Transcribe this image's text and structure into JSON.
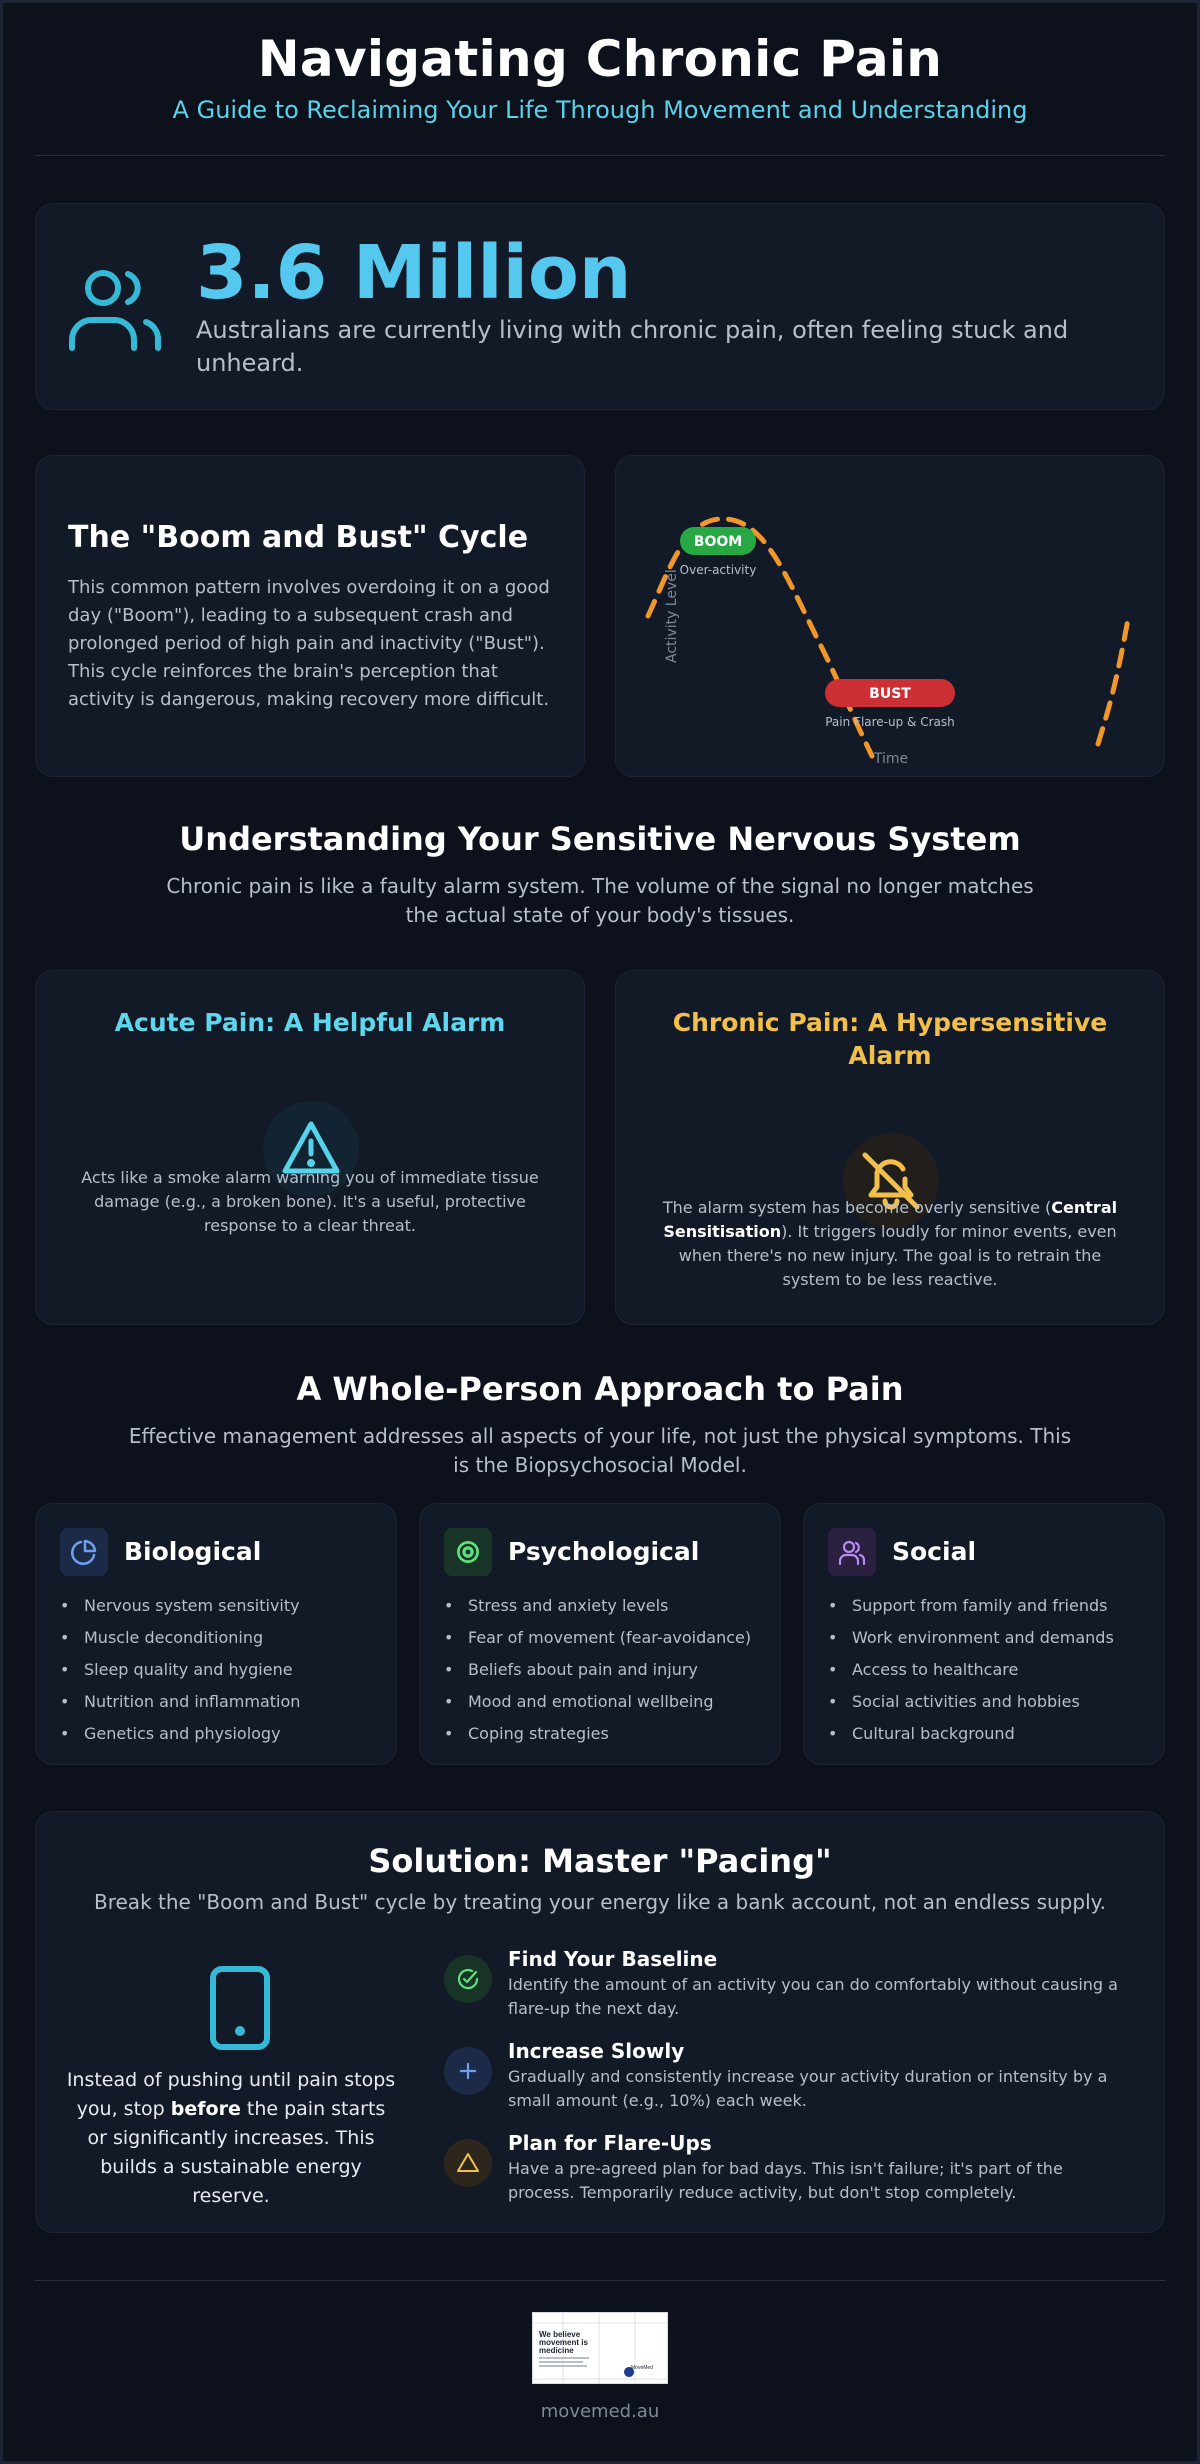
{
  "header": {
    "title": "Navigating Chronic Pain",
    "subtitle": "A Guide to Reclaiming Your Life Through Movement and Understanding"
  },
  "stat": {
    "icon": "users-icon",
    "value": "3.6 Million",
    "description": "Australians are currently living with chronic pain, often feeling stuck and unheard."
  },
  "boom_bust": {
    "title": "The \"Boom and Bust\" Cycle",
    "body": "This common pattern involves overdoing it on a good day (\"Boom\"), leading to a subsequent crash and prolonged period of high pain and inactivity (\"Bust\"). This cycle reinforces the brain's perception that activity is dangerous, making recovery more difficult.",
    "diagram": {
      "y_label": "Activity Level",
      "x_label": "Time",
      "boom_badge": "BOOM",
      "boom_caption": "Over-activity",
      "bust_badge": "BUST",
      "bust_caption": "Pain Flare-up & Crash",
      "line_color": "#f0972b",
      "boom_color": "#28a745",
      "bust_color": "#cc2f36"
    }
  },
  "nervous": {
    "title": "Understanding Your Sensitive Nervous System",
    "intro": "Chronic pain is like a faulty alarm system. The volume of the signal no longer matches the actual state of your body's tissues.",
    "acute": {
      "title": "Acute Pain: A Helpful Alarm",
      "icon": "warning-triangle-icon",
      "body": "Acts like a smoke alarm warning you of immediate tissue damage (e.g., a broken bone). It's a useful, protective response to a clear threat."
    },
    "chronic": {
      "title": "Chronic Pain: A Hypersensitive Alarm",
      "icon": "bell-off-icon",
      "body_pre": "The alarm system has become overly sensitive (",
      "body_bold": "Central Sensitisation",
      "body_post": "). It triggers loudly for minor events, even when there's no new injury. The goal is to retrain the system to be less reactive."
    }
  },
  "whole_person": {
    "title": "A Whole-Person Approach to Pain",
    "intro": "Effective management addresses all aspects of your life, not just the physical symptoms. This is the Biopsychosocial Model.",
    "biological": {
      "title": "Biological",
      "icon": "pie-chart-icon",
      "items": [
        "Nervous system sensitivity",
        "Muscle deconditioning",
        "Sleep quality and hygiene",
        "Nutrition and inflammation",
        "Genetics and physiology"
      ]
    },
    "psychological": {
      "title": "Psychological",
      "icon": "target-icon",
      "items": [
        "Stress and anxiety levels",
        "Fear of movement (fear-avoidance)",
        "Beliefs about pain and injury",
        "Mood and emotional wellbeing",
        "Coping strategies"
      ]
    },
    "social": {
      "title": "Social",
      "icon": "people-icon",
      "items": [
        "Support from family and friends",
        "Work environment and demands",
        "Access to healthcare",
        "Social activities and hobbies",
        "Cultural background"
      ]
    }
  },
  "solution": {
    "title": "Solution: Master \"Pacing\"",
    "lead": "Break the \"Boom and Bust\" cycle by treating your energy like a bank account, not an endless supply.",
    "icon": "phone-icon",
    "note_pre": "Instead of pushing until pain stops you, stop ",
    "note_bold": "before",
    "note_post": " the pain starts or significantly increases. This builds a sustainable energy reserve.",
    "steps": [
      {
        "title": "Find Your Baseline",
        "body": "Identify the amount of an activity you can do comfortably without causing a flare-up the next day.",
        "icon": "check-circle-icon"
      },
      {
        "title": "Increase Slowly",
        "body": "Gradually and consistently increase your activity duration or intensity by a small amount (e.g., 10%) each week.",
        "icon": "plus-icon"
      },
      {
        "title": "Plan for Flare-Ups",
        "body": "Have a pre-agreed plan for bad days. This isn't failure; it's part of the process. Temporarily reduce activity, but don't stop completely.",
        "icon": "warning-triangle-icon"
      }
    ]
  },
  "footer": {
    "logo_text": "We believe movement is medicine",
    "logo_brand": "MoveMed",
    "url": "movemed.au"
  }
}
